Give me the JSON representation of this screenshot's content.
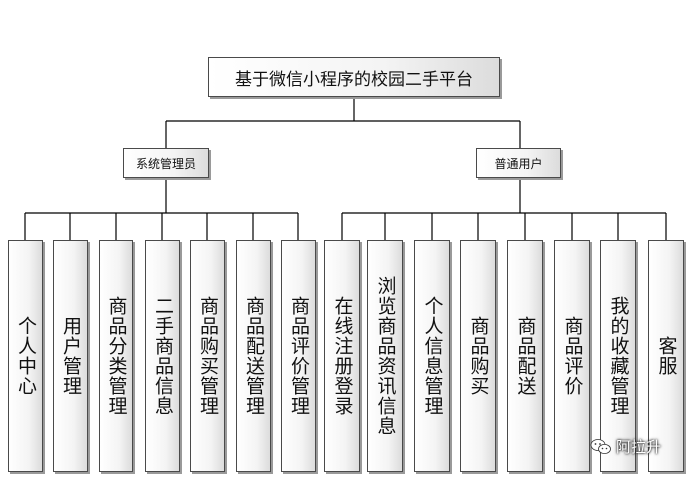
{
  "diagram": {
    "root": "基于微信小程序的校园二手平台",
    "groups": [
      {
        "label": "系统管理员",
        "children": [
          "个人中心",
          "用户管理",
          "商品分类管理",
          "二手商品信息",
          "商品购买管理",
          "商品配送管理",
          "商品评价管理"
        ]
      },
      {
        "label": "普通用户",
        "children": [
          "在线注册登录",
          "浏览商品资讯信息",
          "个人信息管理",
          "商品购买",
          "商品配送",
          "商品评价",
          "我的收藏管理",
          "客服"
        ]
      }
    ]
  },
  "watermark": {
    "text": "阿拉升",
    "icon": "wechat-icon"
  },
  "colors": {
    "line": "#000000",
    "border": "#4a4a4a",
    "shadow": "#9a9a9a"
  }
}
